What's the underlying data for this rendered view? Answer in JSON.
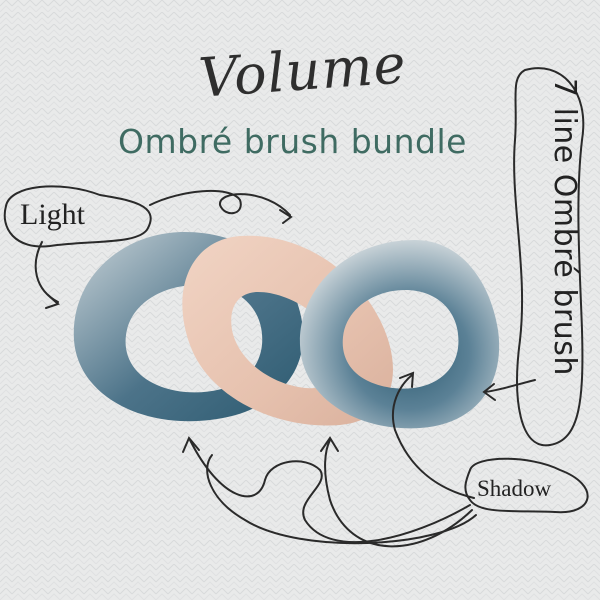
{
  "title_script": "Volume",
  "subtitle": "Ombré brush bundle",
  "label_light": "Light",
  "label_shadow": "Shadow",
  "label_vertical": "7 line Ombré brush",
  "colors": {
    "background": "#e9eaea",
    "subtitle": "#3f6b62",
    "ring_blue_dark": "#2c5a70",
    "ring_blue_light": "#c9d3d8",
    "ring_peach_dark": "#d9b09c",
    "ring_peach_light": "#f1d4c4",
    "ink": "#222222"
  }
}
